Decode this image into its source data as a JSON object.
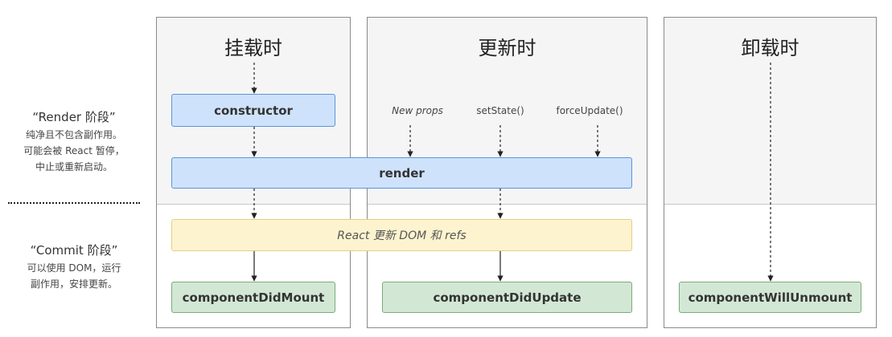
{
  "phases": {
    "render": {
      "title": "“Render 阶段”",
      "desc": [
        "纯净且不包含副作用。",
        "可能会被 React 暂停，",
        "中止或重新启动。"
      ]
    },
    "commit": {
      "title": "“Commit 阶段”",
      "desc": [
        "可以使用 DOM，运行",
        "副作用，安排更新。"
      ]
    }
  },
  "columns": {
    "mount": "挂载时",
    "update": "更新时",
    "unmount": "卸载时"
  },
  "triggers": {
    "new_props": "New props",
    "set_state": "setState()",
    "force_update": "forceUpdate()"
  },
  "boxes": {
    "constructor": "constructor",
    "render": "render",
    "react_update": "React 更新 DOM 和 refs",
    "did_mount": "componentDidMount",
    "did_update": "componentDidUpdate",
    "will_unmount": "componentWillUnmount"
  },
  "colors": {
    "render_fill": "#cfe2fc",
    "commit_fill": "#fdf3cf",
    "lifecycle_fill": "#d3e8d4"
  }
}
